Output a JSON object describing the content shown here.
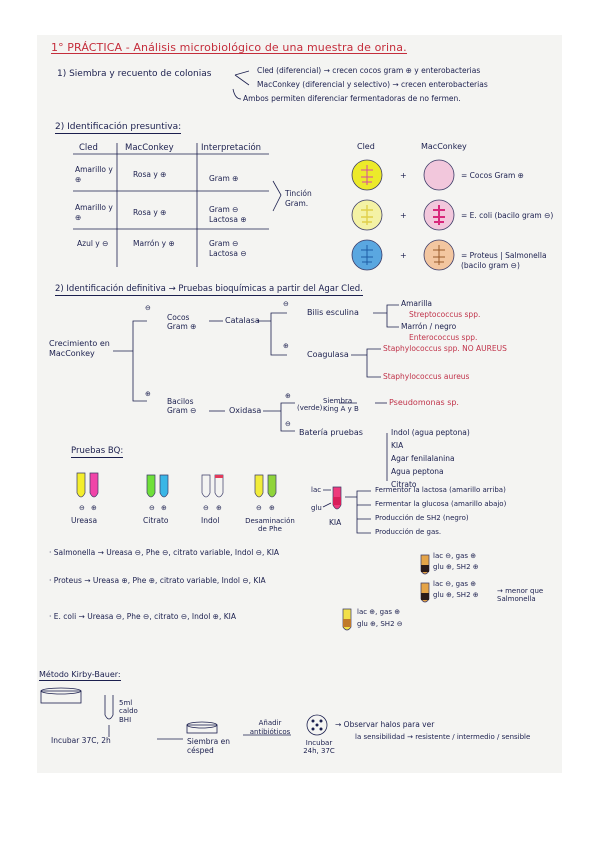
{
  "title": "1° PRÁCTICA - Análisis microbiológico de una muestra de orina.",
  "s1": {
    "label": "1) Siembra y recuento de colonias",
    "l1": "Cled (diferencial) → crecen cocos gram ⊕ y enterobacterias",
    "l2": "MacConkey (diferencial y selectivo) → crecen enterobacterias",
    "l3": "Ambos permiten diferenciar fermentadoras de no fermen."
  },
  "s2": {
    "label": "2) Identificación presuntiva:",
    "headers": [
      "Cled",
      "MacConkey",
      "Interpretación"
    ],
    "rows": [
      {
        "cled": "Amarillo y ⊕",
        "mac": "Rosa y ⊕",
        "interp": "Gram ⊕"
      },
      {
        "cled": "Amarillo y ⊕",
        "mac": "Rosa y ⊕",
        "interp": "Gram ⊖ Lactosa ⊕"
      },
      {
        "cled": "Azul y ⊖",
        "mac": "Marrón y ⊕",
        "interp": "Gram ⊖ Lactosa ⊖"
      }
    ],
    "brace_label": "Tinción Gram.",
    "plates_cled": "Cled",
    "plates_mac": "MacConkey",
    "plus": "+",
    "res1": "= Cocos Gram ⊕",
    "res2": "= E. coli (bacilo gram ⊖)",
    "res3": "= Proteus | Salmonella (bacilo gram ⊖)"
  },
  "s3": {
    "label": "2) Identificación definitiva → Pruebas bioquímicas a partir del Agar Cled.",
    "growth": "Crecimiento en MacConkey",
    "sign_pos": "⊕",
    "sign_neg": "⊖",
    "cocos": "Cocos Gram ⊕",
    "catalasa": "Catalasa",
    "bilis": "Bilis esculina",
    "amarilla": "Amarilla",
    "strepto": "Streptococcus spp.",
    "marron": "Marrón / negro",
    "entero": "Enterococcus spp.",
    "coagulasa": "Coagulasa",
    "staph_neg": "Staphylococcus spp. NO AUREUS",
    "staph_aur": "Staphylococcus aureus",
    "bacilos": "Bacilos Gram ⊖",
    "oxidasa": "Oxidasa",
    "pseudo_step": "Siembra King A y B",
    "pseudo_arrow_label": "(verde)",
    "pseudo": "Pseudomonas sp.",
    "bateria": "Batería pruebas",
    "tests": [
      "Indol (agua peptona)",
      "KIA",
      "Agar fenilalanina",
      "Agua peptona",
      "Citrato"
    ]
  },
  "s4": {
    "label": "Pruebas BQ:",
    "tubes": [
      "Ureasa",
      "Citrato",
      "Indol",
      "Desaminación de Phe",
      "KIA"
    ],
    "kia_lac": "lac",
    "kia_glu": "glu",
    "kia_notes": [
      "Fermentor la lactosa (amarillo arriba)",
      "Fermentar la glucosa (amarillo abajo)",
      "Producción de SH2 (negro)",
      "Producción de gas."
    ],
    "salmonella": "· Salmonella → Ureasa ⊖, Phe ⊖, citrato variable, Indol ⊖, KIA",
    "salmonella_kia": [
      "lac ⊖, gas ⊕",
      "glu ⊕, SH2 ⊕"
    ],
    "proteus": "· Proteus → Ureasa ⊕, Phe ⊕, citrato variable, Indol ⊖, KIA",
    "proteus_kia": [
      "lac ⊖, gas ⊕",
      "glu ⊕, SH2 ⊕"
    ],
    "proteus_note": "→ menor que Salmonella",
    "ecoli": "· E. coli → Ureasa ⊖, Phe ⊖, citrato ⊖, Indol ⊕, KIA",
    "ecoli_kia": [
      "lac ⊕, gas ⊕",
      "glu ⊕, SH2 ⊖"
    ]
  },
  "s5": {
    "label": "Método Kirby-Bauer:",
    "tube": "5ml caldo BHI",
    "incubate": "Incubar 37C, 2h",
    "siembra": "Siembra en césped",
    "anadir": "Añadir antibióticos",
    "incubar2": "Incubar 24h, 37C",
    "observe1": "→ Observar halos para ver",
    "observe2": "la sensibilidad → resistente / intermedio / sensible"
  },
  "colors": {
    "ink": "#1b1f4e",
    "title_red": "#c42d3b",
    "yellow": "#ecea2a",
    "pink": "#e8a9c9",
    "magenta": "#e0409a",
    "blue": "#3e9ad8",
    "green": "#6fd83a",
    "orange": "#e3a04d"
  }
}
